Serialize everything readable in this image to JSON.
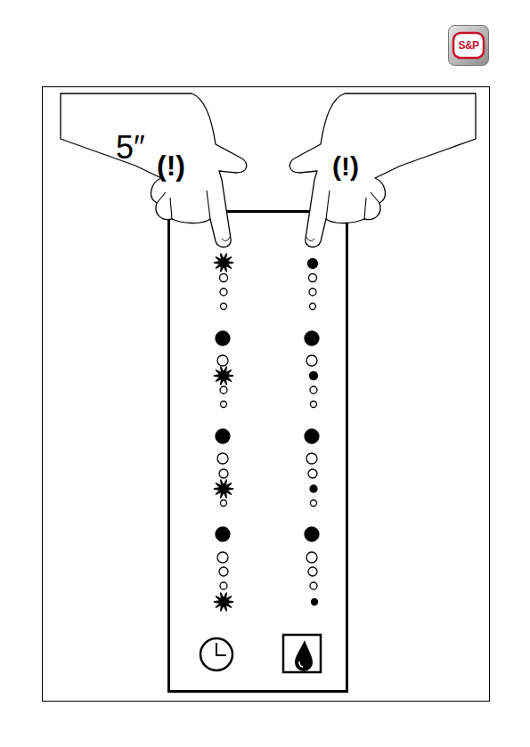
{
  "diagram": {
    "nodes": [
      {
        "text": [
          "S&P"
        ]
      }
    ],
    "labels": [
      "5″",
      "(!)",
      "(!)"
    ]
  }
}
